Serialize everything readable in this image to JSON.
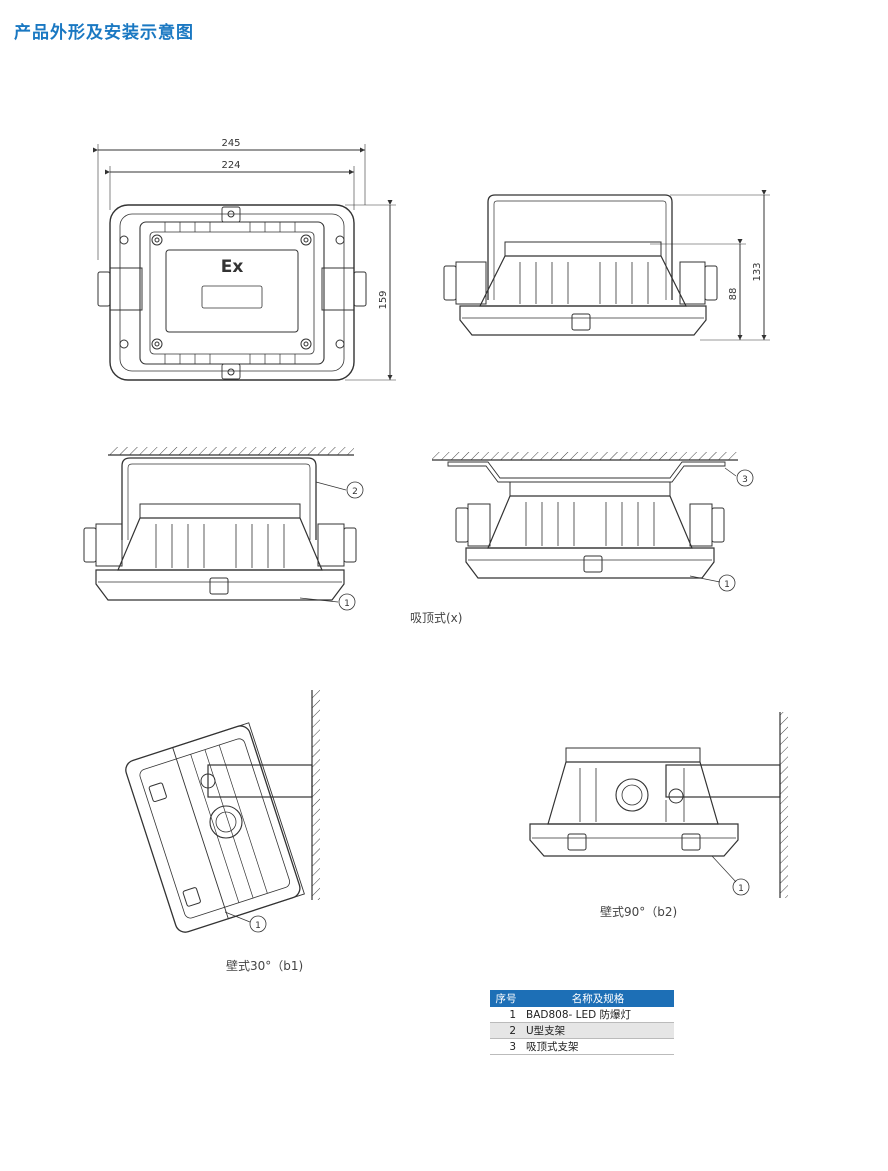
{
  "title": "产品外形及安装示意图",
  "dimensions": {
    "outer_width": "245",
    "inner_width": "224",
    "height_front": "159",
    "height_side_total": "133",
    "height_side_body": "88"
  },
  "plate_label": "Ex",
  "callouts": {
    "c1": "1",
    "c2": "2",
    "c3": "3"
  },
  "captions": {
    "ceiling": "吸顶式(x)",
    "wall30": "壁式30°（b1)",
    "wall90": "壁式90°（b2)"
  },
  "table": {
    "headers": [
      "序号",
      "名称及规格"
    ],
    "rows": [
      {
        "no": "1",
        "name": "BAD808- LED 防爆灯"
      },
      {
        "no": "2",
        "name": "U型支架"
      },
      {
        "no": "3",
        "name": "吸顶式支架"
      }
    ]
  },
  "colors": {
    "title": "#1a78c2",
    "table_header": "#1d6fb6",
    "line": "#333333"
  }
}
